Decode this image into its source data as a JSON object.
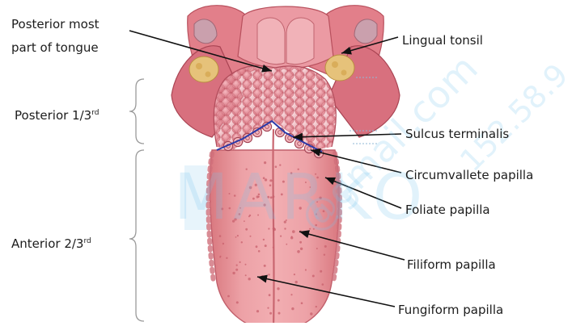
{
  "labels": {
    "posterior_most": [
      "Posterior most",
      "part of tongue"
    ],
    "lingual_tonsil": "Lingual tonsil",
    "posterior_third": "Posterior 1/3",
    "posterior_third_sup": "rd",
    "sulcus_terminalis": "Sulcus terminalis",
    "circumvallete": "Circumvallete papilla",
    "foliate": "Foliate papilla",
    "anterior_two_thirds": "Anterior 2/3",
    "anterior_two_thirds_sup": "rd",
    "filiform": "Filiform papilla",
    "fungiform": "Fungiform papilla"
  },
  "watermark": {
    "email": "@gmail.com",
    "number": "152.58.9",
    "brand": "MARKO"
  },
  "colors": {
    "tongue_body": "#e8939a",
    "tongue_shadow": "#c96670",
    "posterior_mass": "#d97a86",
    "sulcus_line": "#2b3aa8",
    "tonsil": "#e6c27a",
    "pointer": "#111111",
    "bracket": "#9a9a9a"
  }
}
